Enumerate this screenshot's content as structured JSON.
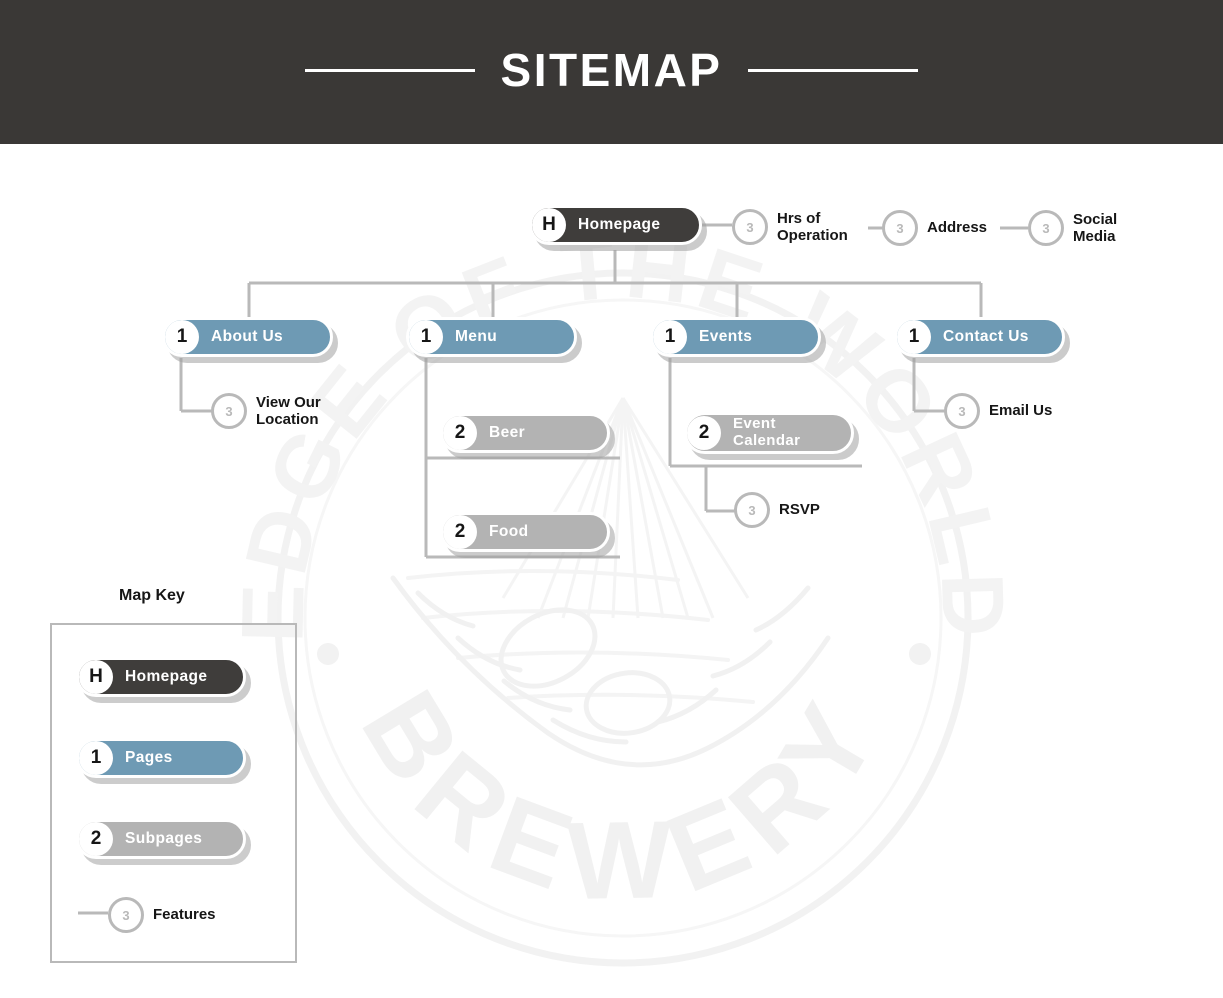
{
  "header": {
    "title": "SITEMAP",
    "rule_left": "rule",
    "rule_right": "rule"
  },
  "watermark": {
    "top_text": "EDGE OF THE WORLD",
    "bottom_text": "BREWERY"
  },
  "colors": {
    "header_bg": "#3a3836",
    "homepage": "#3f3d3b",
    "page": "#6e9ab4",
    "subpage": "#b3b3b3",
    "feature_stroke": "#b9b9b9",
    "connector": "#b9b9b9",
    "text_dark": "#161616",
    "text_light": "#ffffff"
  },
  "sitemap": {
    "homepage": {
      "badge": "H",
      "label": "Homepage"
    },
    "homepage_features": [
      {
        "badge": "3",
        "label": "Hrs of\nOperation"
      },
      {
        "badge": "3",
        "label": "Address"
      },
      {
        "badge": "3",
        "label": "Social\nMedia"
      }
    ],
    "pages": [
      {
        "badge": "1",
        "label": "About Us"
      },
      {
        "badge": "1",
        "label": "Menu"
      },
      {
        "badge": "1",
        "label": "Events"
      },
      {
        "badge": "1",
        "label": "Contact Us"
      }
    ],
    "about_features": [
      {
        "badge": "3",
        "label": "View Our\nLocation"
      }
    ],
    "menu_subpages": [
      {
        "badge": "2",
        "label": "Beer"
      },
      {
        "badge": "2",
        "label": "Food"
      }
    ],
    "events_subpages": [
      {
        "badge": "2",
        "label": "Event\nCalendar"
      }
    ],
    "events_features": [
      {
        "badge": "3",
        "label": "RSVP"
      }
    ],
    "contact_features": [
      {
        "badge": "3",
        "label": "Email Us"
      }
    ]
  },
  "map_key": {
    "title": "Map Key",
    "items": [
      {
        "badge": "H",
        "label": "Homepage",
        "kind": "home"
      },
      {
        "badge": "1",
        "label": "Pages",
        "kind": "page"
      },
      {
        "badge": "2",
        "label": "Subpages",
        "kind": "subpage"
      },
      {
        "badge": "3",
        "label": "Features",
        "kind": "feature"
      }
    ]
  }
}
